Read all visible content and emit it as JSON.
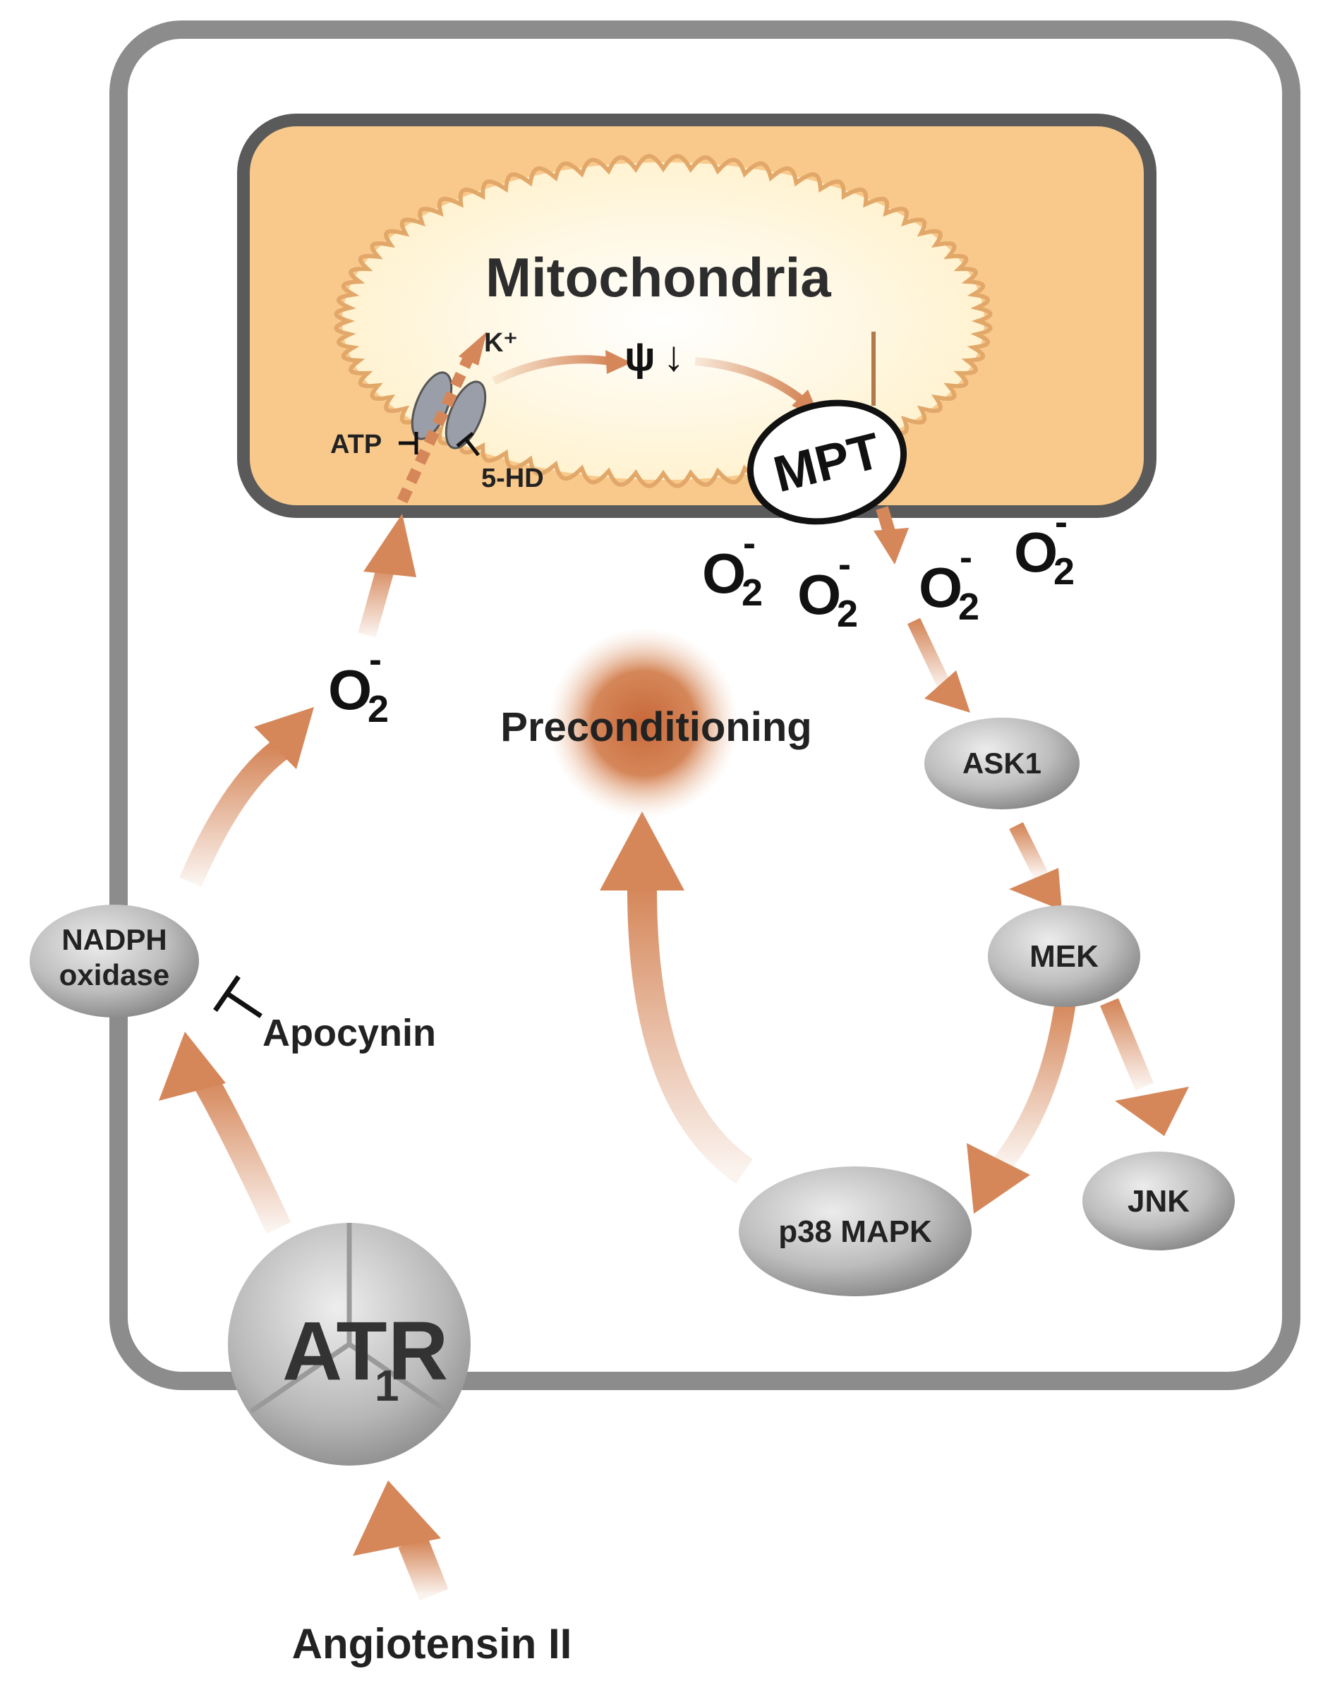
{
  "labels": {
    "mitochondria": "Mitochondria",
    "k_plus": "K⁺",
    "psi": "ψ",
    "psi_down": "↓",
    "atp": "ATP",
    "five_hd": "5-HD",
    "mpt": "MPT",
    "superoxide_base": "O",
    "superoxide_sub": "2",
    "superoxide_sup": "-",
    "preconditioning": "Preconditioning",
    "ask1": "ASK1",
    "mek": "MEK",
    "jnk": "JNK",
    "p38": "p38 MAPK",
    "nadph_line1": "NADPH",
    "nadph_line2": "oxidase",
    "apocynin": "Apocynin",
    "at1r_main": "AT",
    "at1r_sub": "1",
    "at1r_end": "R",
    "angiotensin": "Angiotensin II"
  },
  "colors": {
    "cell_border": "#8c8c8c",
    "mito_fill": "#f9c98b",
    "mito_border": "#5a5a5a",
    "matrix_fill": "#fff6dc",
    "crista_stroke": "#e2a86a",
    "arrow": "#d5875a",
    "node_light": "#dedede",
    "node_dark": "#8f8f8f",
    "text": "#222222"
  }
}
